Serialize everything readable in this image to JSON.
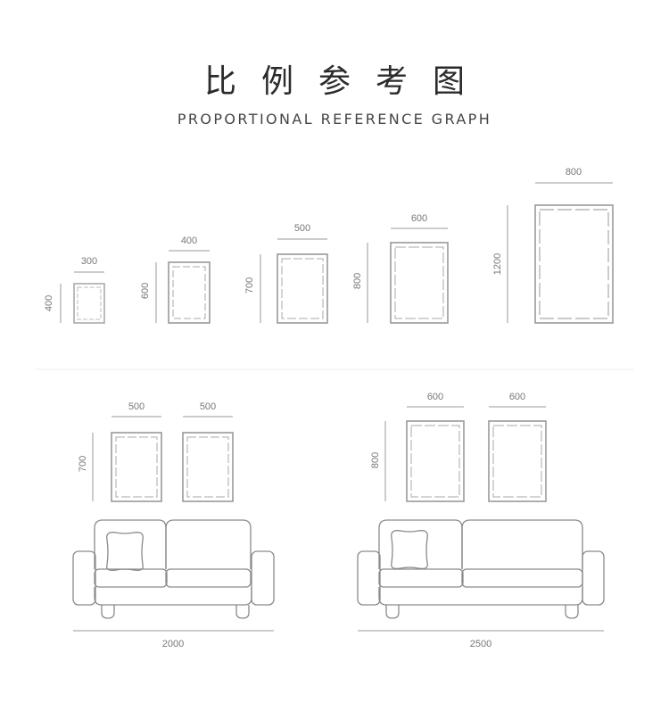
{
  "title": "比例参考图",
  "subtitle": "PROPORTIONAL REFERENCE GRAPH",
  "frames": [
    {
      "width": "300",
      "height": "400"
    },
    {
      "width": "400",
      "height": "600"
    },
    {
      "width": "500",
      "height": "700"
    },
    {
      "width": "600",
      "height": "800"
    },
    {
      "width": "800",
      "height": "1200"
    }
  ],
  "scenes": [
    {
      "frame_width": "500",
      "frame_width_2": "500",
      "frame_height": "700",
      "sofa_width": "2000"
    },
    {
      "frame_width": "600",
      "frame_width_2": "600",
      "frame_height": "800",
      "sofa_width": "2500"
    }
  ],
  "colors": {
    "line": "#999999",
    "frame": "#8a8a8a",
    "divider": "#eeeeee"
  }
}
